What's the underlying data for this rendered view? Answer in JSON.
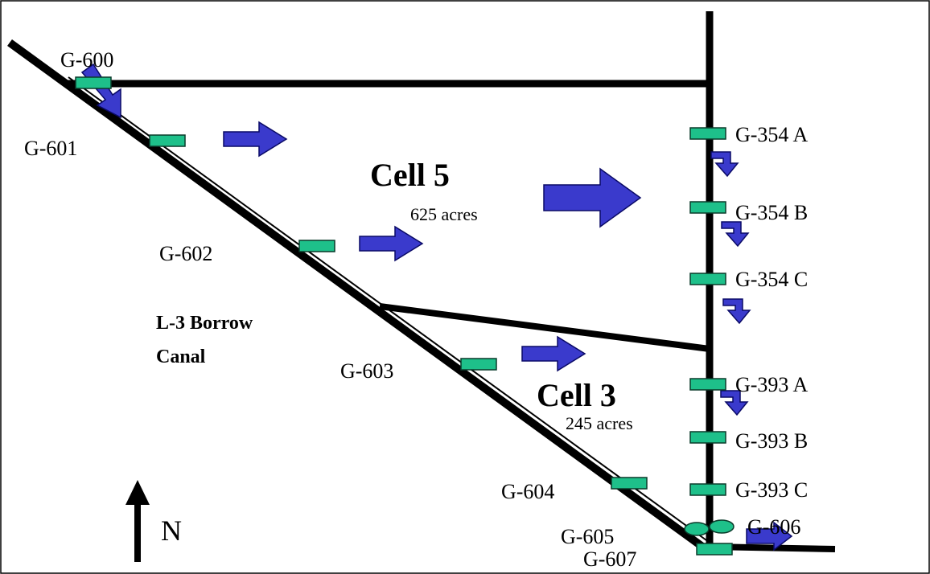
{
  "cells": [
    {
      "name": "Cell 5",
      "area": "625 acres"
    },
    {
      "name": "Cell 3",
      "area": "245 acres"
    }
  ],
  "canal_label_line1": "L-3 Borrow",
  "canal_label_line2": "Canal",
  "north_label": "N",
  "structures": {
    "g600": "G-600",
    "g601": "G-601",
    "g602": "G-602",
    "g603": "G-603",
    "g604": "G-604",
    "g605": "G-605",
    "g606": "G-606",
    "g607": "G-607",
    "g354a": "G-354 A",
    "g354b": "G-354 B",
    "g354c": "G-354 C",
    "g393a": "G-393 A",
    "g393b": "G-393 B",
    "g393c": "G-393 C"
  },
  "colors": {
    "structure": "#1ec08a",
    "flow_arrow": "#3a3acc",
    "levee": "#000000"
  }
}
